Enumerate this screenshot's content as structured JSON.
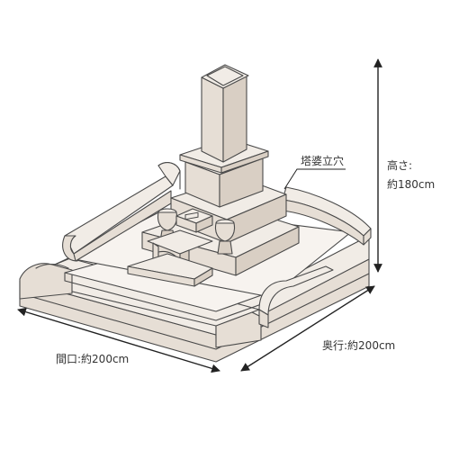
{
  "labels": {
    "height_title": "高さ:",
    "height_value": "約180cm",
    "front_width": "間口:約200cm",
    "depth": "奥行:約200cm",
    "stupa_hole": "塔婆立穴"
  },
  "colors": {
    "line": "#4a4a4a",
    "stone_light": "#f1ece6",
    "stone_mid": "#e6ded5",
    "stone_dark": "#d9cfc4"
  }
}
